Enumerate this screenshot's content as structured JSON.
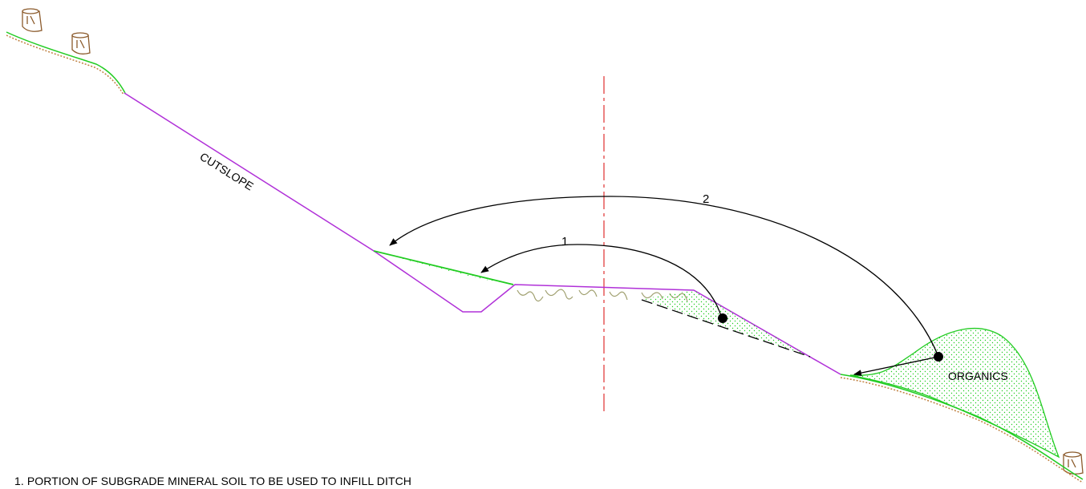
{
  "labels": {
    "cutslope": "CUTSLOPE",
    "organics": "ORGANICS",
    "arrow_1": "1",
    "arrow_2": "2"
  },
  "notes": {
    "note_1": "1. PORTION OF SUBGRADE MINERAL SOIL TO BE USED TO INFILL DITCH"
  },
  "colors": {
    "slope_line": "#b030d8",
    "ground_green": "#22cc22",
    "centerline": "#e03030",
    "arrow": "#000000",
    "stump": "#8b5a2b",
    "roots": "#a0a070"
  },
  "icons": {
    "stump": "tree-stump-icon",
    "roots": "root-mat-icon"
  }
}
